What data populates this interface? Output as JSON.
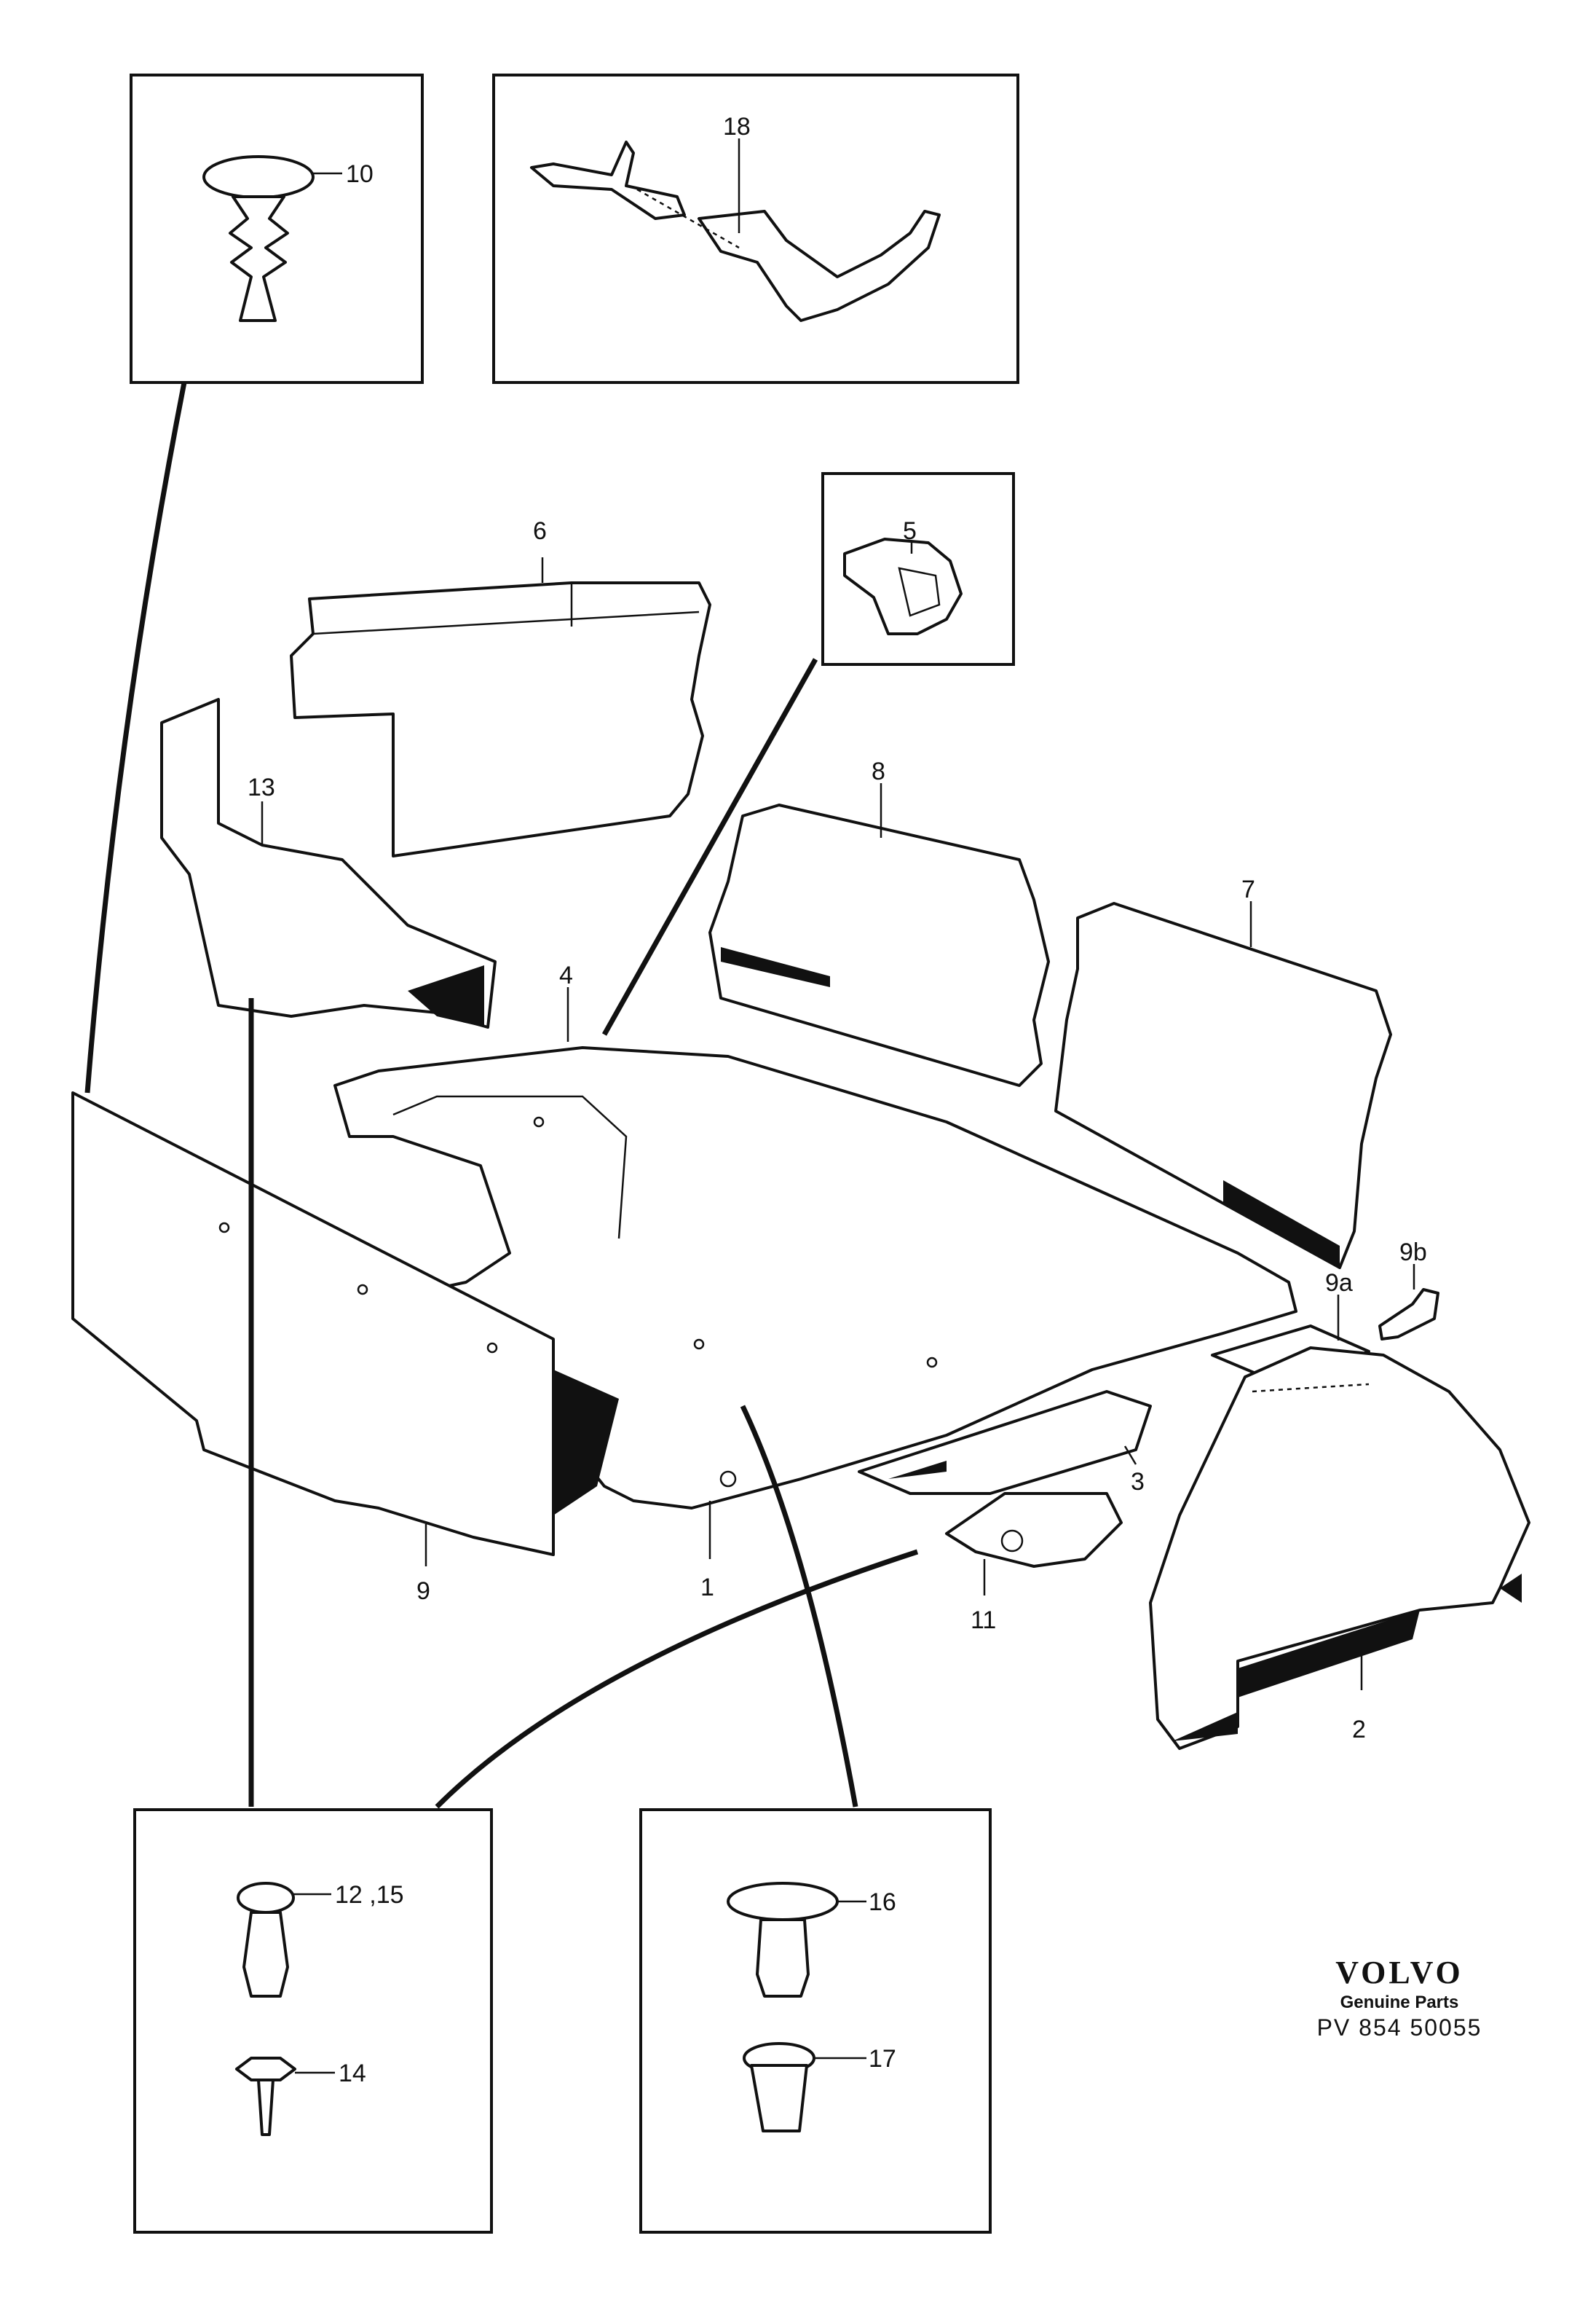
{
  "callouts": {
    "c1": "1",
    "c2": "2",
    "c3": "3",
    "c4": "4",
    "c5": "5",
    "c6": "6",
    "c7": "7",
    "c8": "8",
    "c9": "9",
    "c9a": "9a",
    "c9b": "9b",
    "c10": "10",
    "c11": "11",
    "c12_15": "12 ,15",
    "c13": "13",
    "c14": "14",
    "c16": "16",
    "c17": "17",
    "c18": "18"
  },
  "brand": {
    "logo": "VOLVO",
    "subtitle": "Genuine Parts",
    "code": "PV 854 50055"
  }
}
